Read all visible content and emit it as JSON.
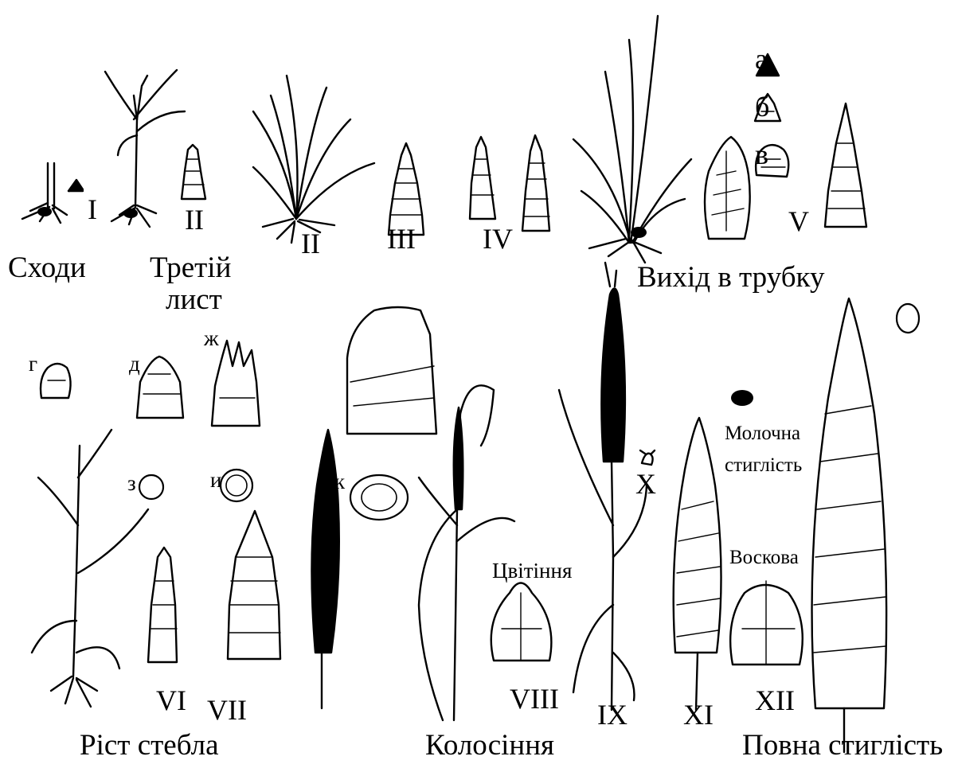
{
  "stages": {
    "sprouts": "Сходи",
    "third_leaf_line1": "Третій",
    "third_leaf_line2": "лист",
    "tube_exit": "Вихід в трубку",
    "stem_growth": "Ріст стебла",
    "heading": "Колосіння",
    "flowering": "Цвітіння",
    "milk_ripeness_line1": "Молочна",
    "milk_ripeness_line2": "стиглість",
    "wax_ripeness": "Воскова",
    "full_ripeness": "Повна стиглість"
  },
  "roman_numerals": {
    "i": "I",
    "ii_a": "II",
    "ii_b": "II",
    "iii": "III",
    "iv": "IV",
    "v": "V",
    "vi": "VI",
    "vii": "VII",
    "viii": "VIII",
    "ix": "IX",
    "x": "X",
    "xi": "XI",
    "xii": "XII"
  },
  "letter_labels": {
    "a": "а",
    "b": "б",
    "v": "в",
    "g": "г",
    "d": "д",
    "zh": "ж",
    "z": "з",
    "y": "и",
    "k": "к"
  }
}
